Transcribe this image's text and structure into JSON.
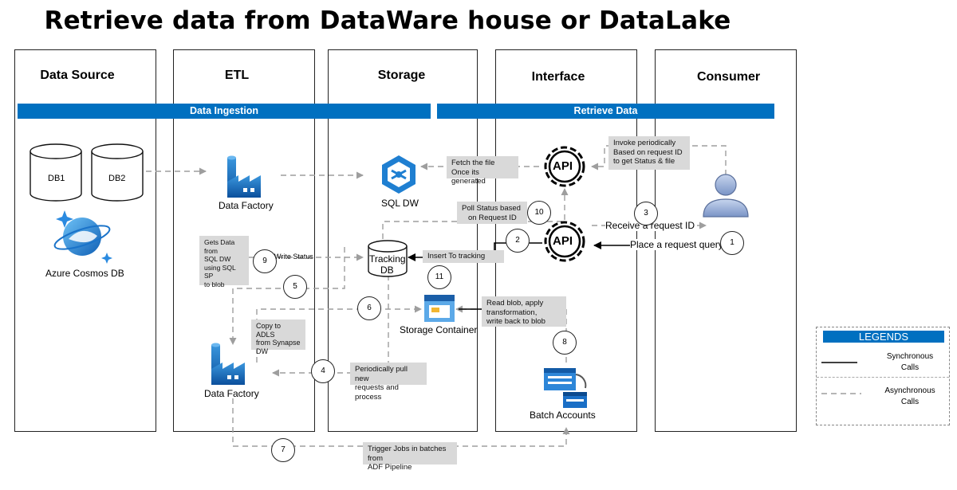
{
  "title": "Retrieve data from DataWare house or DataLake",
  "columns": {
    "data_source": "Data Source",
    "etl": "ETL",
    "storage": "Storage",
    "interface": "Interface",
    "consumer": "Consumer"
  },
  "bands": {
    "ingestion": "Data Ingestion",
    "retrieve": "Retrieve Data"
  },
  "nodes": {
    "db1": "DB1",
    "db2": "DB2",
    "cosmos": "Azure Cosmos DB",
    "data_factory_top": "Data Factory",
    "data_factory_bottom": "Data Factory",
    "sql_dw": "SQL DW",
    "tracking_db": [
      "Tracking",
      "DB"
    ],
    "storage_container": "Storage Container",
    "batch_accounts": "Batch Accounts",
    "api_top": "API",
    "api_bottom": "API"
  },
  "notes": {
    "fetch_file": [
      "Fetch the file",
      "Once its generated"
    ],
    "invoke": [
      "Invoke periodically",
      "Based on request ID",
      "to get Status & file"
    ],
    "poll_status": [
      "Poll Status based",
      "on Request ID"
    ],
    "gets_data": [
      "Gets Data",
      "from",
      "SQL DW",
      "using SQL SP",
      "to blob"
    ],
    "insert_tracking": [
      "Insert To tracking"
    ],
    "copy_adls": [
      "Copy to ADLS",
      "from Synapse",
      "DW"
    ],
    "read_blob": [
      "Read blob, apply",
      "transformation,",
      "write back to blob"
    ],
    "periodically_pull": [
      "Periodically pull new",
      "requests and process"
    ],
    "trigger_jobs": [
      "Trigger Jobs in batches from",
      "ADF Pipeline"
    ]
  },
  "labels": {
    "write_status": "Write Status",
    "receive_request": "Receive a request ID",
    "place_request": "Place a request query"
  },
  "steps": [
    "1",
    "2",
    "3",
    "4",
    "5",
    "6",
    "7",
    "8",
    "9",
    "10",
    "11"
  ],
  "legend": {
    "title": "LEGENDS",
    "sync": [
      "Synchronous",
      "Calls"
    ],
    "async": [
      "Asynchronous",
      "Calls"
    ]
  },
  "colors": {
    "accent": "#0070c0",
    "note_bg": "#d9d9d9",
    "async_line": "#9e9e9e"
  }
}
